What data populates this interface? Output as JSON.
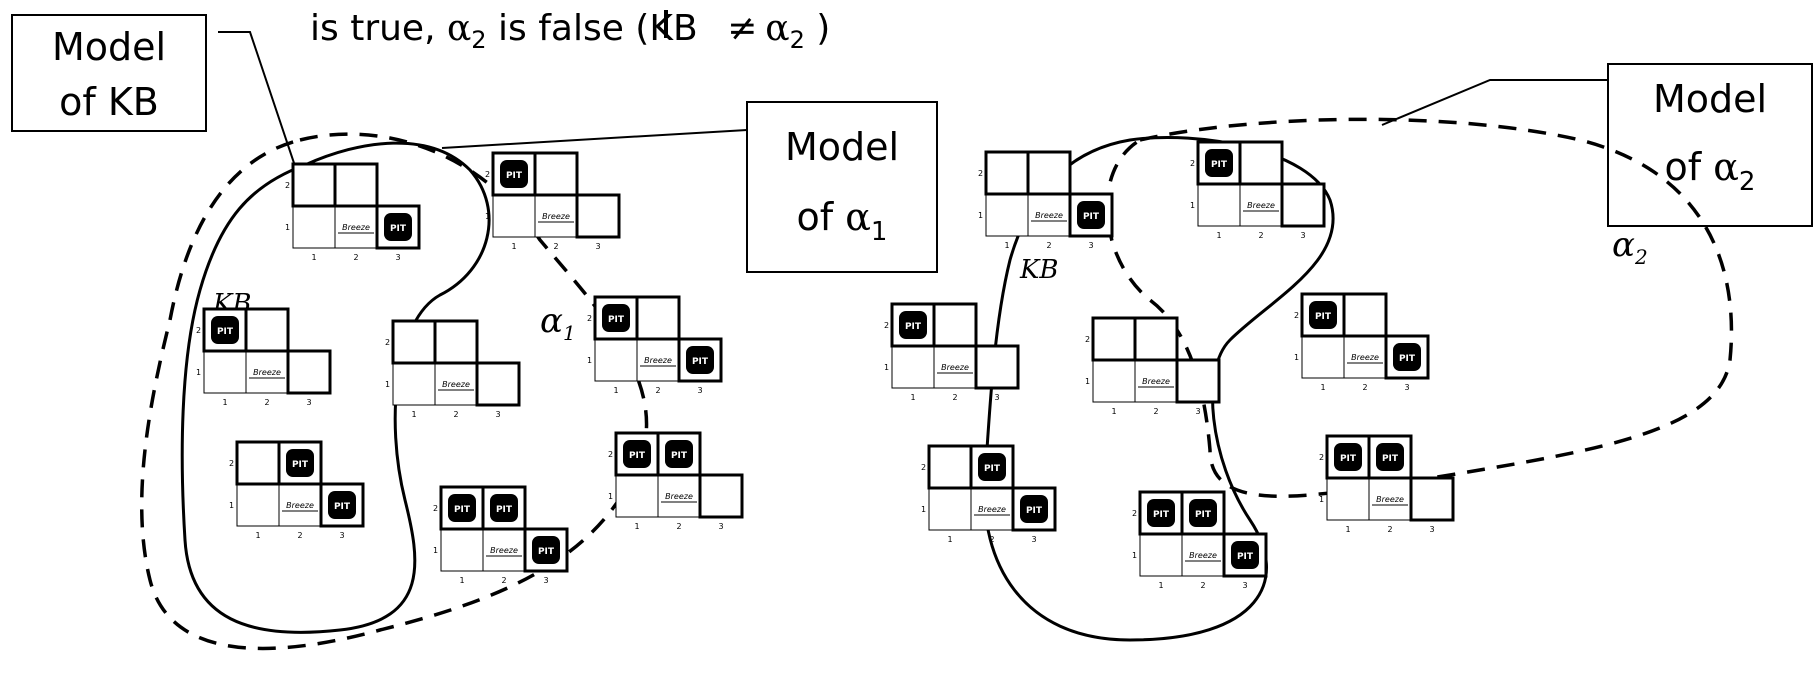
{
  "caption": {
    "prefix": "is true, ",
    "alpha": "α",
    "sub": "2",
    "mid": " is false (KB ",
    "neg": "≠",
    "suffix": " )"
  },
  "left_diagram": {
    "callout_kb": {
      "line1": "Model",
      "line2": "of KB"
    },
    "callout_alpha": {
      "line1": "Model",
      "line2_prefix": "of ",
      "alpha": "α",
      "sub": "1"
    },
    "region_kb_label": "KB",
    "region_alpha_label": {
      "alpha": "α",
      "sub": "1"
    }
  },
  "right_diagram": {
    "callout_alpha": {
      "line1": "Model",
      "line2_prefix": "of ",
      "alpha": "α",
      "sub": "2"
    },
    "region_kb_label": "KB",
    "region_alpha_label": {
      "alpha": "α",
      "sub": "2"
    }
  },
  "wumpus_world": {
    "pit_label": "PIT",
    "breeze_label": "Breeze",
    "col_labels": [
      "1",
      "2",
      "3"
    ],
    "row_labels": [
      "1",
      "2"
    ],
    "models": [
      {
        "id": "m1",
        "pits": [
          "3,1"
        ]
      },
      {
        "id": "m2",
        "pits": [
          "1,2"
        ]
      },
      {
        "id": "m3",
        "pits": [
          "2,2",
          "3,1"
        ]
      },
      {
        "id": "m4",
        "pits": []
      },
      {
        "id": "m5",
        "pits": [
          "1,2",
          "2,2",
          "3,1"
        ]
      },
      {
        "id": "m6",
        "pits": [
          "1,2"
        ]
      },
      {
        "id": "m7",
        "pits": [
          "1,2",
          "3,1"
        ]
      },
      {
        "id": "m8",
        "pits": [
          "1,2",
          "2,2"
        ]
      }
    ]
  }
}
